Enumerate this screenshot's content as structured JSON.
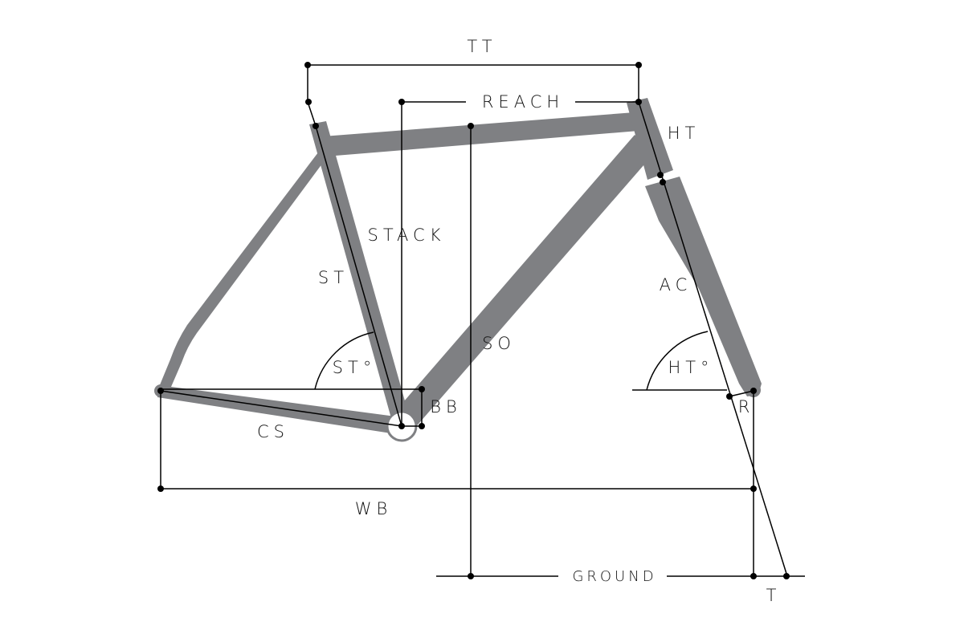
{
  "labels": {
    "tt": "TT",
    "reach": "REACH",
    "ht": "HT",
    "stack": "STACK",
    "st": "ST",
    "so": "SO",
    "ac": "AC",
    "st_angle": "ST°",
    "ht_angle": "HT°",
    "bb": "BB",
    "r": "R",
    "cs": "CS",
    "wb": "WB",
    "ground": "GROUND",
    "t": "T"
  },
  "colors": {
    "frame": "#7f8083",
    "lines": "#000000",
    "background": "#ffffff"
  }
}
